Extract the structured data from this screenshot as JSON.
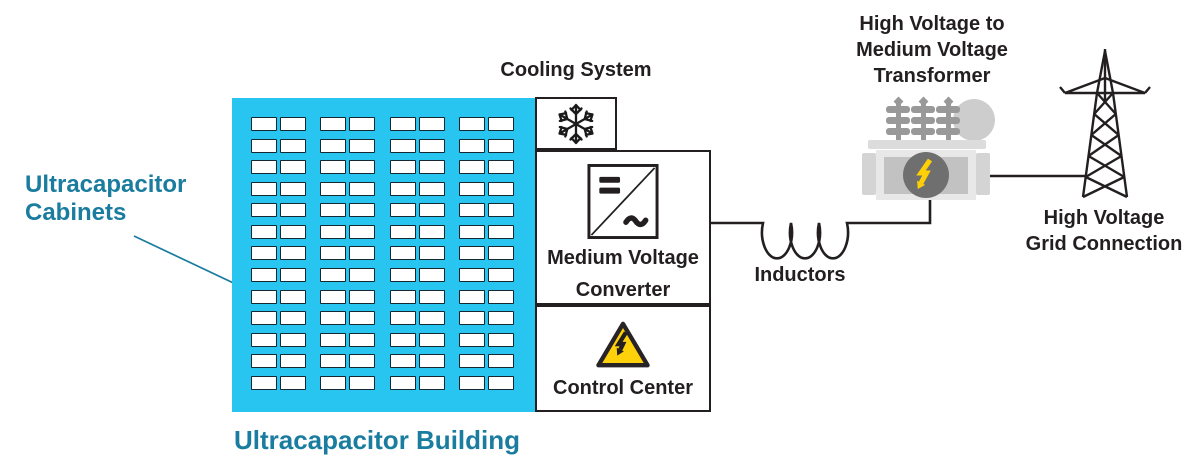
{
  "palette": {
    "building_cyan": "#29C5F1",
    "teal_label": "#1A7C9E",
    "text_dark": "#231F20",
    "line_black": "#231F20",
    "warning_yellow": "#FFD10A",
    "bolt_yellow": "#FFD105",
    "transformer_light_gray": "#E8E8E8",
    "transformer_mid_gray": "#C2C2C2",
    "transformer_dark_gray": "#6F6F6F",
    "bushing_gray": "#999999",
    "cabinet_border": "#152730"
  },
  "building": {
    "name_label": "Ultracapacitor Building",
    "cabinets_label_lines": [
      "Ultracapacitor",
      "Cabinets"
    ],
    "cabinet_grid": {
      "rows": 13,
      "groups": 4,
      "columns_per_group": 2,
      "total_cabinets": 104
    }
  },
  "components": {
    "cooling": {
      "label": "Cooling System",
      "icon": "snowflake-icon"
    },
    "converter": {
      "label_lines": [
        "Medium Voltage",
        "Converter"
      ],
      "icon": "ac-dc-converter-icon"
    },
    "control": {
      "label": "Control Center",
      "icon": "warning-lightning-icon"
    },
    "inductors": {
      "label": "Inductors",
      "icon": "inductor-coil-icon"
    },
    "transformer": {
      "label_lines": [
        "High Voltage to",
        "Medium Voltage",
        "Transformer"
      ],
      "icon": "transformer-icon"
    },
    "grid": {
      "label_lines": [
        "High Voltage",
        "Grid Connection"
      ],
      "icon": "transmission-tower-icon"
    }
  }
}
